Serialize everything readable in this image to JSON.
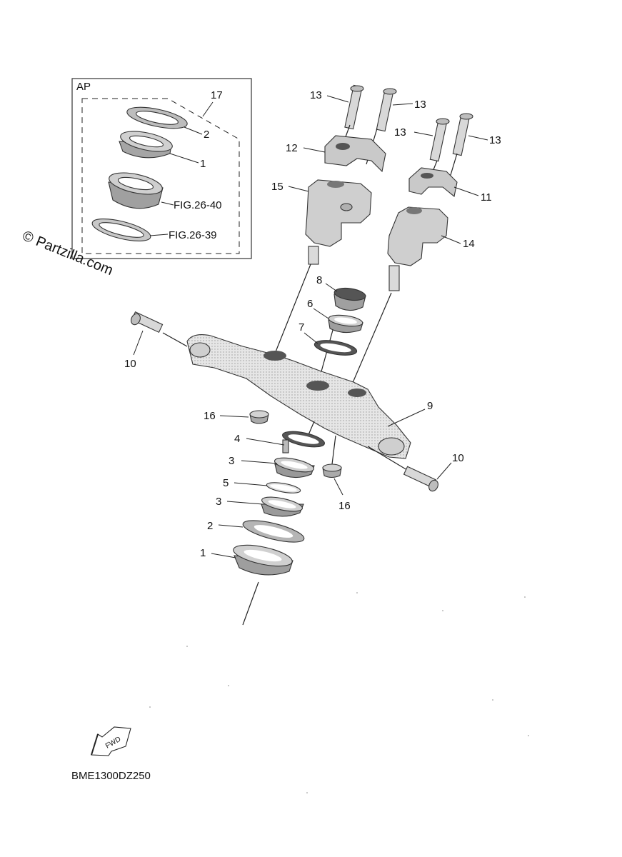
{
  "diagram": {
    "code": "BME1300DZ250",
    "watermark": "© Partzilla.com",
    "fwd_label": "FWD",
    "inset": {
      "label": "AP",
      "group_ref": "17",
      "refs": [
        "2",
        "1",
        "FIG.26-40",
        "FIG.26-39"
      ]
    },
    "callouts": {
      "c1": "1",
      "c2": "2",
      "c3a": "3",
      "c3b": "3",
      "c4": "4",
      "c5": "5",
      "c6": "6",
      "c7": "7",
      "c8": "8",
      "c9": "9",
      "c10a": "10",
      "c10b": "10",
      "c11": "11",
      "c12": "12",
      "c13a": "13",
      "c13b": "13",
      "c13c": "13",
      "c13d": "13",
      "c14": "14",
      "c15": "15",
      "c16a": "16",
      "c16b": "16"
    }
  },
  "colors": {
    "line": "#222222",
    "part_fill": "#d9d9d9",
    "part_dark": "#9a9a9a",
    "background": "#ffffff"
  }
}
